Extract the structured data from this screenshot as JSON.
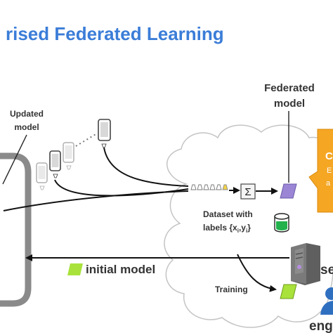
{
  "title": "rised Federated Learning",
  "labels": {
    "updated_model": [
      "Updated",
      "model"
    ],
    "federated_model": [
      "Federated",
      "model"
    ],
    "dataset": [
      "Dataset with",
      "labels {x"
    ],
    "dataset_sub_i": "i",
    "dataset_comma_y": ",y",
    "dataset_sub_i2": "i",
    "dataset_close": "}",
    "initial_model": "initial model",
    "training": "Training",
    "server_fragment": "se",
    "engineer_fragment": "eng",
    "callout_line1": "C",
    "callout_line2": "E",
    "callout_line3": "a",
    "sum_symbol": "Σ"
  },
  "colors": {
    "title": "#3b7dd8",
    "cloud_stroke": "#c4c4c4",
    "cloud_fill": "#ffffff",
    "federated_model_fill": "#9b86d6",
    "initial_model_fill": "#a8e23b",
    "training_model_fill": "#a8e23b",
    "callout_fill": "#f5a623",
    "database_fill": "#22b14c",
    "server_fill": "#6d6d6d",
    "person_fill": "#2f6fc0",
    "arrow": "#111111"
  }
}
